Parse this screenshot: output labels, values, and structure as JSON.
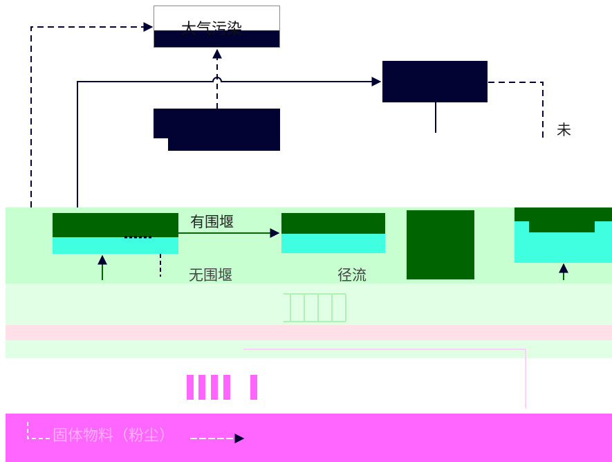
{
  "diagram": {
    "air_pollution": "大气污染",
    "with_cofferdam": "有围堰",
    "without_cofferdam": "无围堰",
    "runoff": "径流",
    "solid_material": "固体物料（粉尘）",
    "partial_label": "未",
    "colors": {
      "dark_navy": "#020233",
      "dark_green": "#006400",
      "cyan": "#40ffe0",
      "mint": "#c0ffcc",
      "magenta": "#ff66ff",
      "light_magenta": "#ffb0ff",
      "line": "#000033"
    }
  }
}
